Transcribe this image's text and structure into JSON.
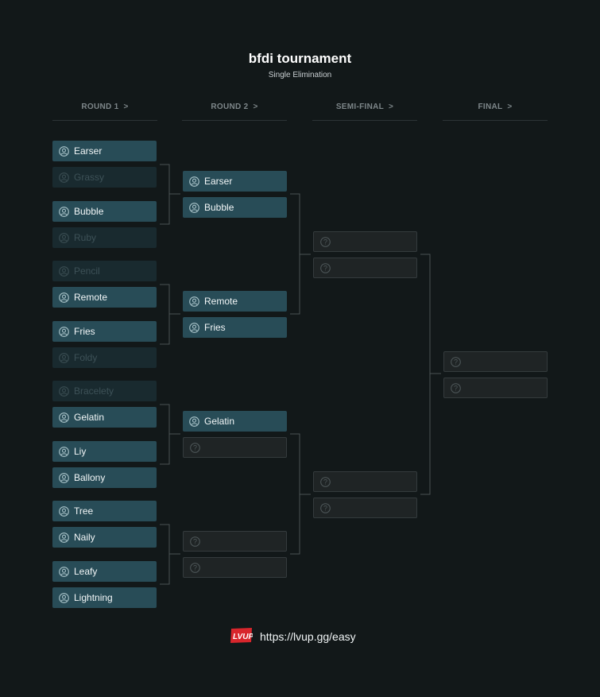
{
  "tournament": {
    "title": "bfdi tournament",
    "subtitle": "Single Elimination"
  },
  "rounds": [
    {
      "label": "ROUND 1",
      "chevron": ">"
    },
    {
      "label": "ROUND 2",
      "chevron": ">"
    },
    {
      "label": "SEMI-FINAL",
      "chevron": ">"
    },
    {
      "label": "FINAL",
      "chevron": ">"
    }
  ],
  "round1": [
    {
      "name": "Earser",
      "status": "win"
    },
    {
      "name": "Grassy",
      "status": "lose"
    },
    {
      "name": "Bubble",
      "status": "win"
    },
    {
      "name": "Ruby",
      "status": "lose"
    },
    {
      "name": "Pencil",
      "status": "lose"
    },
    {
      "name": "Remote",
      "status": "win"
    },
    {
      "name": "Fries",
      "status": "win"
    },
    {
      "name": "Foldy",
      "status": "lose"
    },
    {
      "name": "Bracelety",
      "status": "lose"
    },
    {
      "name": "Gelatin",
      "status": "win"
    },
    {
      "name": "Liy",
      "status": "win"
    },
    {
      "name": "Ballony",
      "status": "win"
    },
    {
      "name": "Tree",
      "status": "win"
    },
    {
      "name": "Naily",
      "status": "win"
    },
    {
      "name": "Leafy",
      "status": "win"
    },
    {
      "name": "Lightning",
      "status": "win"
    }
  ],
  "round2": [
    {
      "name": "Earser",
      "status": "win"
    },
    {
      "name": "Bubble",
      "status": "win"
    },
    {
      "name": "Remote",
      "status": "win"
    },
    {
      "name": "Fries",
      "status": "win"
    },
    {
      "name": "Gelatin",
      "status": "win"
    },
    {
      "name": "",
      "status": "empty"
    },
    {
      "name": "",
      "status": "empty"
    },
    {
      "name": "",
      "status": "empty"
    }
  ],
  "semifinal": [
    {
      "name": "",
      "status": "empty"
    },
    {
      "name": "",
      "status": "empty"
    },
    {
      "name": "",
      "status": "empty"
    },
    {
      "name": "",
      "status": "empty"
    }
  ],
  "final": [
    {
      "name": "",
      "status": "empty"
    },
    {
      "name": "",
      "status": "empty"
    }
  ],
  "footer": {
    "logo_text": "LVUP",
    "url": "https://lvup.gg/easy"
  },
  "colors": {
    "background": "#121819",
    "winner_slot": "#284c57",
    "loser_slot": "#192a2f",
    "empty_slot": "#1f2425",
    "logo_red": "#d8262c"
  }
}
